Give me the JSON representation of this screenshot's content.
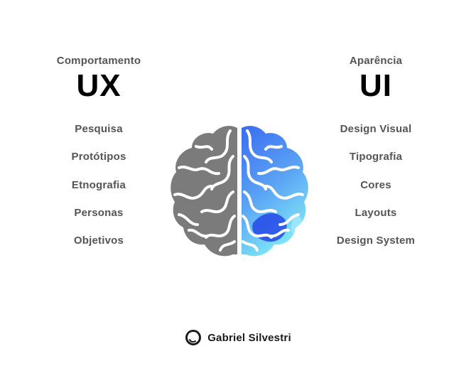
{
  "ux": {
    "subtitle": "Comportamento",
    "title": "UX",
    "items": [
      "Pesquisa",
      "Protótipos",
      "Etnografia",
      "Personas",
      "Objetivos"
    ]
  },
  "ui": {
    "subtitle": "Aparência",
    "title": "UI",
    "items": [
      "Design Visual",
      "Tipografia",
      "Cores",
      "Layouts",
      "Design System"
    ]
  },
  "brain": {
    "icon": "brain-icon",
    "left_color": "#7b7b7b",
    "right_colors": [
      "#3a6cf0",
      "#5aa3f5",
      "#7ee4f7"
    ]
  },
  "footer": {
    "brand": "Gabriel Silvestri",
    "icon": "logo-icon"
  }
}
